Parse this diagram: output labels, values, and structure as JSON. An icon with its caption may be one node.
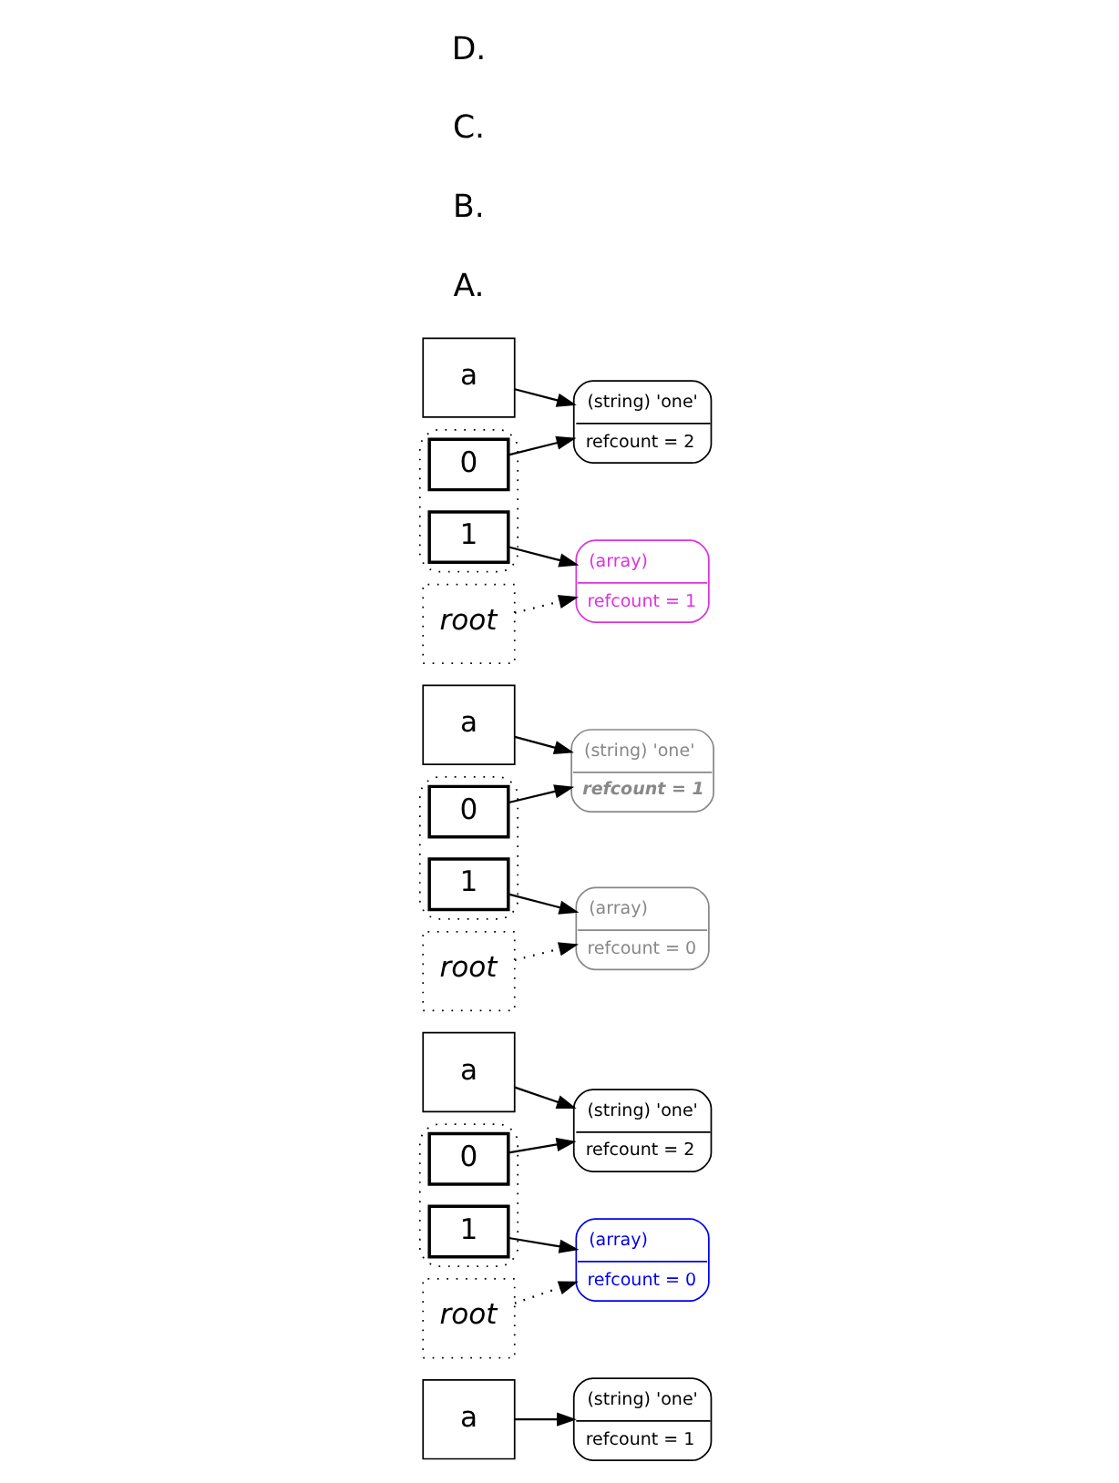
{
  "diagram": {
    "nodes": [
      {
        "text": [
          "a"
        ]
      },
      {
        "text": [
          "root"
        ]
      },
      {
        "text": [
          "(array)",
          "refcount = 1"
        ]
      },
      {
        "text": [],
        "shape": "box"
      },
      {
        "text": [
          "0"
        ],
        "in": 3
      },
      {
        "text": [
          "1"
        ],
        "in": 3
      },
      {
        "text": [
          "(string) 'one'",
          "refcount = 2"
        ]
      },
      {
        "text": [
          "a"
        ]
      },
      {
        "text": [
          "root"
        ]
      },
      {
        "text": [
          "(array)",
          "refcount = 0"
        ]
      },
      {
        "text": [],
        "shape": "box"
      },
      {
        "text": [
          "0"
        ],
        "in": 10
      },
      {
        "text": [
          "1"
        ],
        "in": 10
      },
      {
        "text": [
          "(string) 'one'",
          "refcount = 1"
        ]
      },
      {
        "text": [
          "a"
        ]
      },
      {
        "text": [
          "root"
        ]
      },
      {
        "text": [
          "(array)",
          "refcount = 0"
        ]
      },
      {
        "text": [],
        "shape": "box"
      },
      {
        "text": [
          "0"
        ],
        "in": 17
      },
      {
        "text": [
          "1"
        ],
        "in": 17
      },
      {
        "text": [
          "(string) 'one'",
          "refcount = 2"
        ]
      },
      {
        "text": [
          "a"
        ]
      },
      {
        "text": [
          "(string) 'one'",
          "refcount = 1"
        ]
      }
    ],
    "edges": [
      {
        "from": 0,
        "to": 6,
        "arrow": "to"
      },
      {
        "from": 1,
        "to": 2,
        "arrow": "to",
        "style": "dashed"
      },
      {
        "from": 4,
        "to": 6,
        "arrow": "to"
      },
      {
        "from": 5,
        "to": 2,
        "arrow": "to"
      },
      {
        "from": 7,
        "to": 13,
        "arrow": "to"
      },
      {
        "from": 8,
        "to": 9,
        "arrow": "to",
        "style": "dashed"
      },
      {
        "from": 11,
        "to": 13,
        "arrow": "to"
      },
      {
        "from": 12,
        "to": 9,
        "arrow": "to"
      },
      {
        "from": 14,
        "to": 20,
        "arrow": "to"
      },
      {
        "from": 15,
        "to": 16,
        "arrow": "to",
        "style": "dashed"
      },
      {
        "from": 18,
        "to": 20,
        "arrow": "to"
      },
      {
        "from": 19,
        "to": 16,
        "arrow": "to"
      },
      {
        "from": 21,
        "to": 22,
        "arrow": "to"
      }
    ],
    "labels": [
      "A.",
      "B.",
      "C.",
      "D."
    ]
  }
}
